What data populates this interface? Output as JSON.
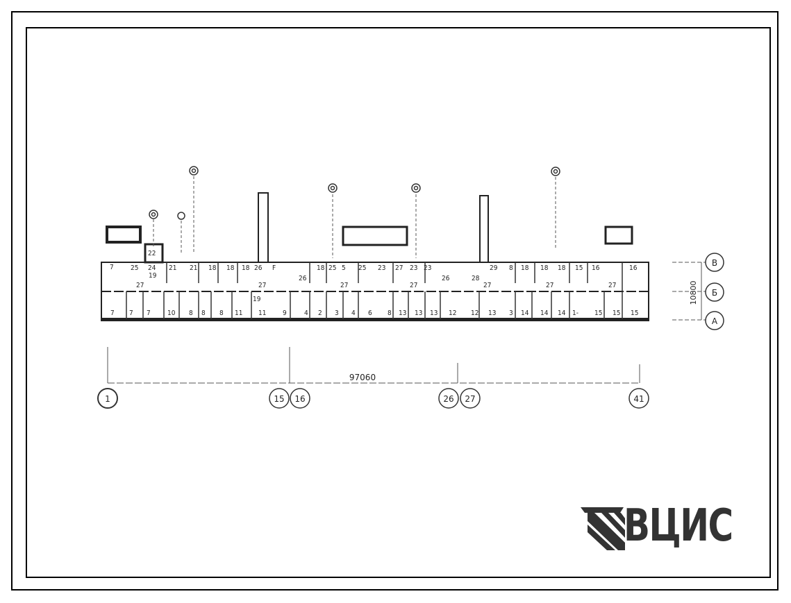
{
  "drawing": {
    "dimension_total": "97060",
    "dimension_depth": "10800",
    "row_axes": [
      "В",
      "Б",
      "А"
    ],
    "column_axes": [
      "1",
      "15",
      "16",
      "26",
      "27",
      "41"
    ],
    "room_labels_front": [
      "7",
      "7",
      "7",
      "10",
      "8",
      "8",
      "8",
      "11",
      "11",
      "9",
      "4",
      "2",
      "3",
      "4",
      "6",
      "8",
      "13",
      "13",
      "13",
      "12",
      "12",
      "13",
      "3",
      "14",
      "14",
      "14",
      "1-",
      "15",
      "15",
      "15"
    ],
    "room_labels_back": [
      "7",
      "25",
      "24",
      "21",
      "21",
      "18",
      "18",
      "18",
      "26",
      "F",
      "26",
      "18",
      "25",
      "5",
      "25",
      "23",
      "27",
      "23",
      "23",
      "26",
      "28",
      "8",
      "18",
      "18",
      "18",
      "15",
      "16",
      "16"
    ],
    "corridor_label": "27",
    "misc_labels": [
      "22",
      "19",
      "19",
      "24",
      "27",
      "27",
      "27",
      "27",
      "27",
      "27"
    ]
  },
  "logo": {
    "text": "ВЦИС",
    "color": "#333333"
  }
}
